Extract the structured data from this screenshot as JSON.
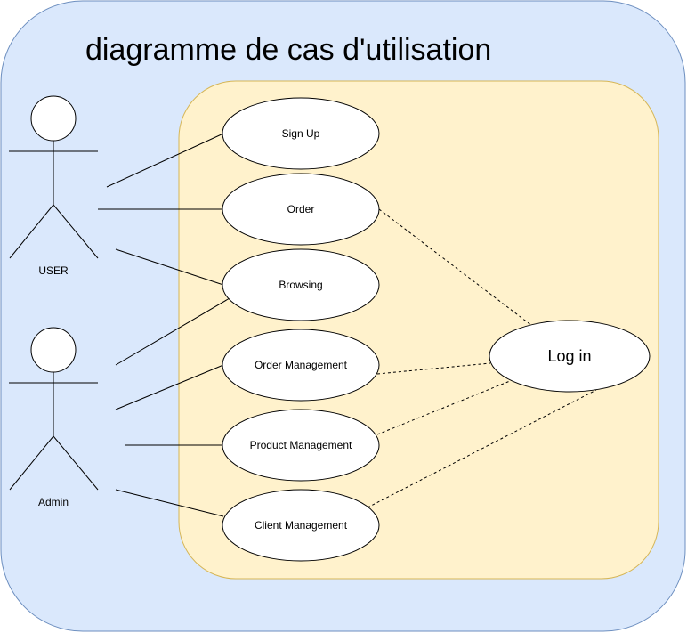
{
  "diagram": {
    "title": "diagramme de cas d'utilisation",
    "colors": {
      "outer_fill": "#dae8fc",
      "outer_stroke": "#6c8ebf",
      "system_fill": "#fff2cc",
      "system_stroke": "#d6b656",
      "line": "#000000"
    },
    "actors": [
      {
        "id": "user",
        "label": "USER"
      },
      {
        "id": "admin",
        "label": "Admin"
      }
    ],
    "use_cases": [
      {
        "id": "sign_up",
        "label": "Sign Up"
      },
      {
        "id": "order",
        "label": "Order"
      },
      {
        "id": "browsing",
        "label": "Browsing"
      },
      {
        "id": "order_management",
        "label": "Order Management"
      },
      {
        "id": "product_management",
        "label": "Product Management"
      },
      {
        "id": "client_management",
        "label": "Client Management"
      },
      {
        "id": "log_in",
        "label": "Log in"
      }
    ],
    "associations": [
      {
        "from": "user",
        "to": "sign_up",
        "style": "solid"
      },
      {
        "from": "user",
        "to": "order",
        "style": "solid"
      },
      {
        "from": "user",
        "to": "browsing",
        "style": "solid"
      },
      {
        "from": "admin",
        "to": "browsing",
        "style": "solid"
      },
      {
        "from": "admin",
        "to": "order_management",
        "style": "solid"
      },
      {
        "from": "admin",
        "to": "product_management",
        "style": "solid"
      },
      {
        "from": "admin",
        "to": "client_management",
        "style": "solid"
      },
      {
        "from": "order",
        "to": "log_in",
        "style": "dashed"
      },
      {
        "from": "order_management",
        "to": "log_in",
        "style": "dashed"
      },
      {
        "from": "product_management",
        "to": "log_in",
        "style": "dashed"
      },
      {
        "from": "client_management",
        "to": "log_in",
        "style": "dashed"
      }
    ]
  }
}
